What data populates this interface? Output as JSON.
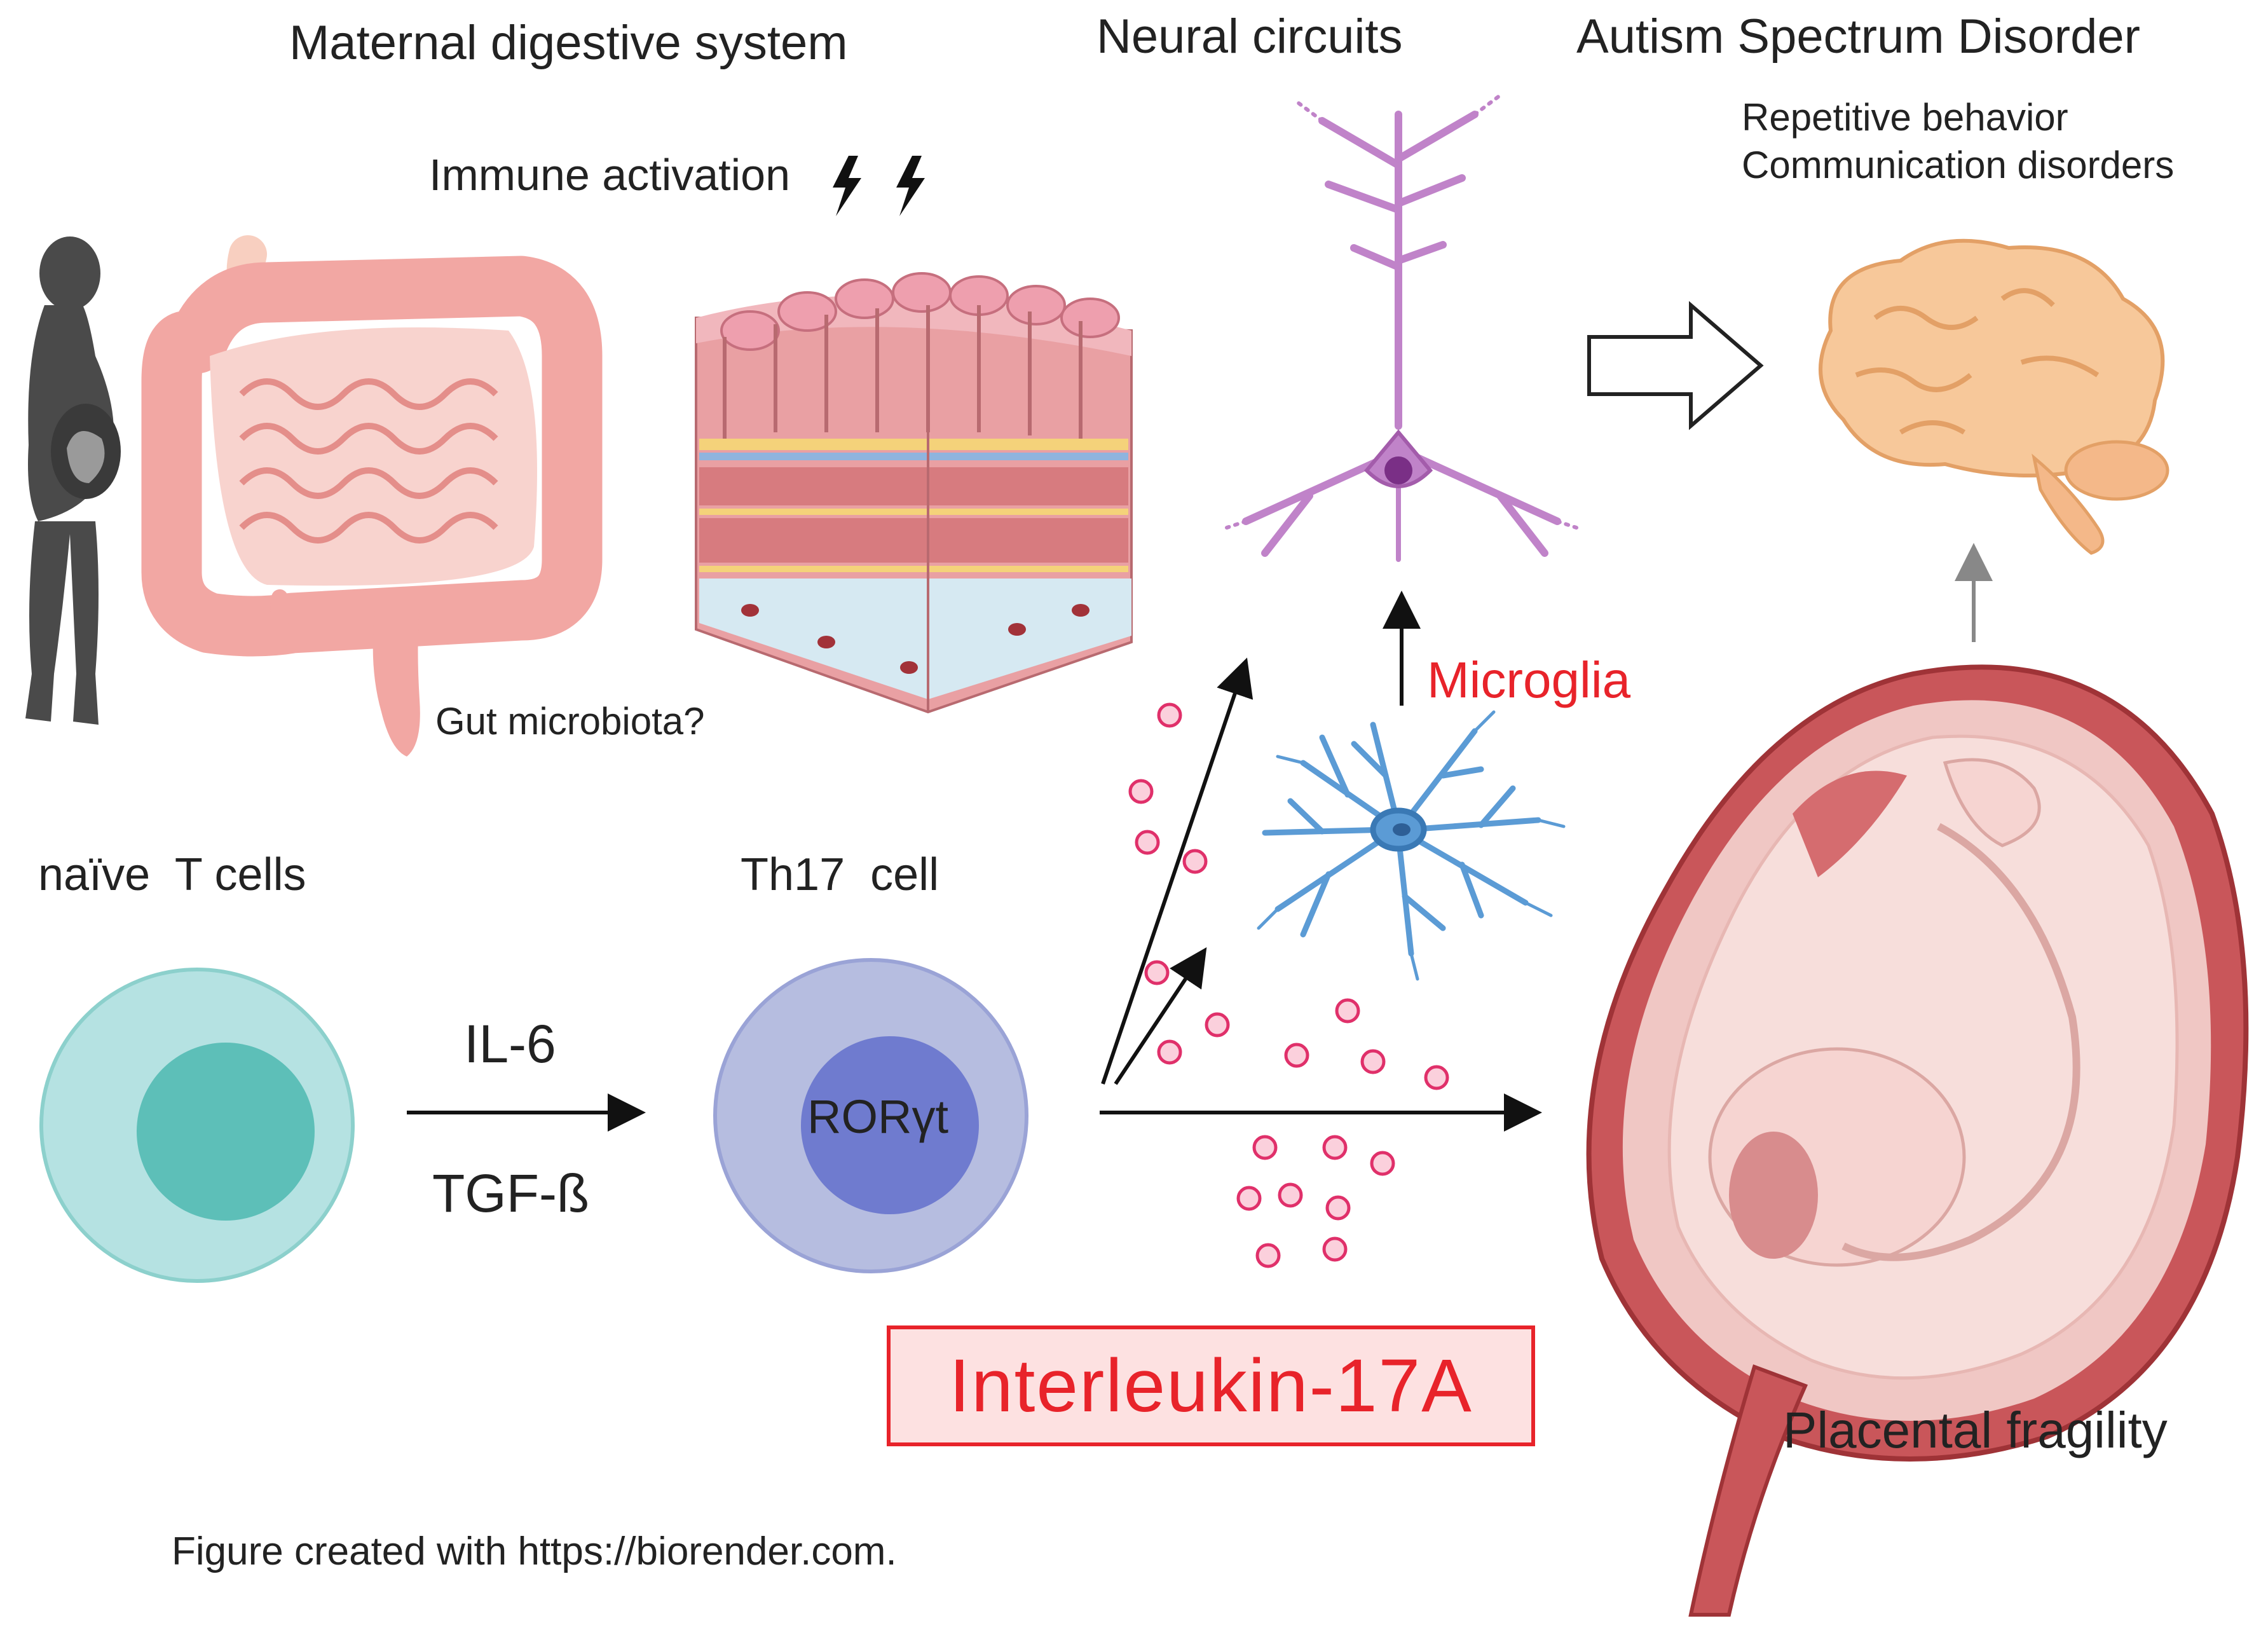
{
  "headings": {
    "maternal": "Maternal digestive system",
    "neural": "Neural circuits",
    "asd": "Autism Spectrum Disorder"
  },
  "asd_symptoms": [
    "Repetitive behavior",
    "Communication disorders"
  ],
  "labels": {
    "immune_activation": "Immune activation",
    "gut_microbiota": "Gut microbiota?",
    "naive_t_cells": "naïve  T cells",
    "th17_cell": "Th17  cell",
    "il6": "IL-6",
    "tgf": "TGF-ß",
    "rorgt": "RORγt",
    "microglia": "Microglia",
    "il17a": "Interleukin-17A",
    "placental_fragility": "Placental fragility",
    "credit": "Figure created with https://biorender.com."
  },
  "colors": {
    "accent_red": "#e8232a",
    "cytokine_fill": "#fbd0dc",
    "cytokine_stroke": "#e0306a",
    "naive_cell": "#b5e2e2",
    "naive_nucleus": "#5dbfb8",
    "th17_cell": "#b6bde0",
    "th17_nucleus": "#6f7bcf",
    "neuron": "#c083c9",
    "microglia": "#5b9bd5",
    "brain": "#f7c89a",
    "gut": "#f2a7a3"
  },
  "icons": [
    "pregnant-woman-icon",
    "intestine-icon",
    "intestinal-wall-icon",
    "lightning-icon",
    "neuron-icon",
    "brain-icon",
    "microglia-icon",
    "naive-t-cell-icon",
    "th17-cell-icon",
    "cytokine-icon",
    "uterus-fetus-icon",
    "arrow-icon"
  ]
}
